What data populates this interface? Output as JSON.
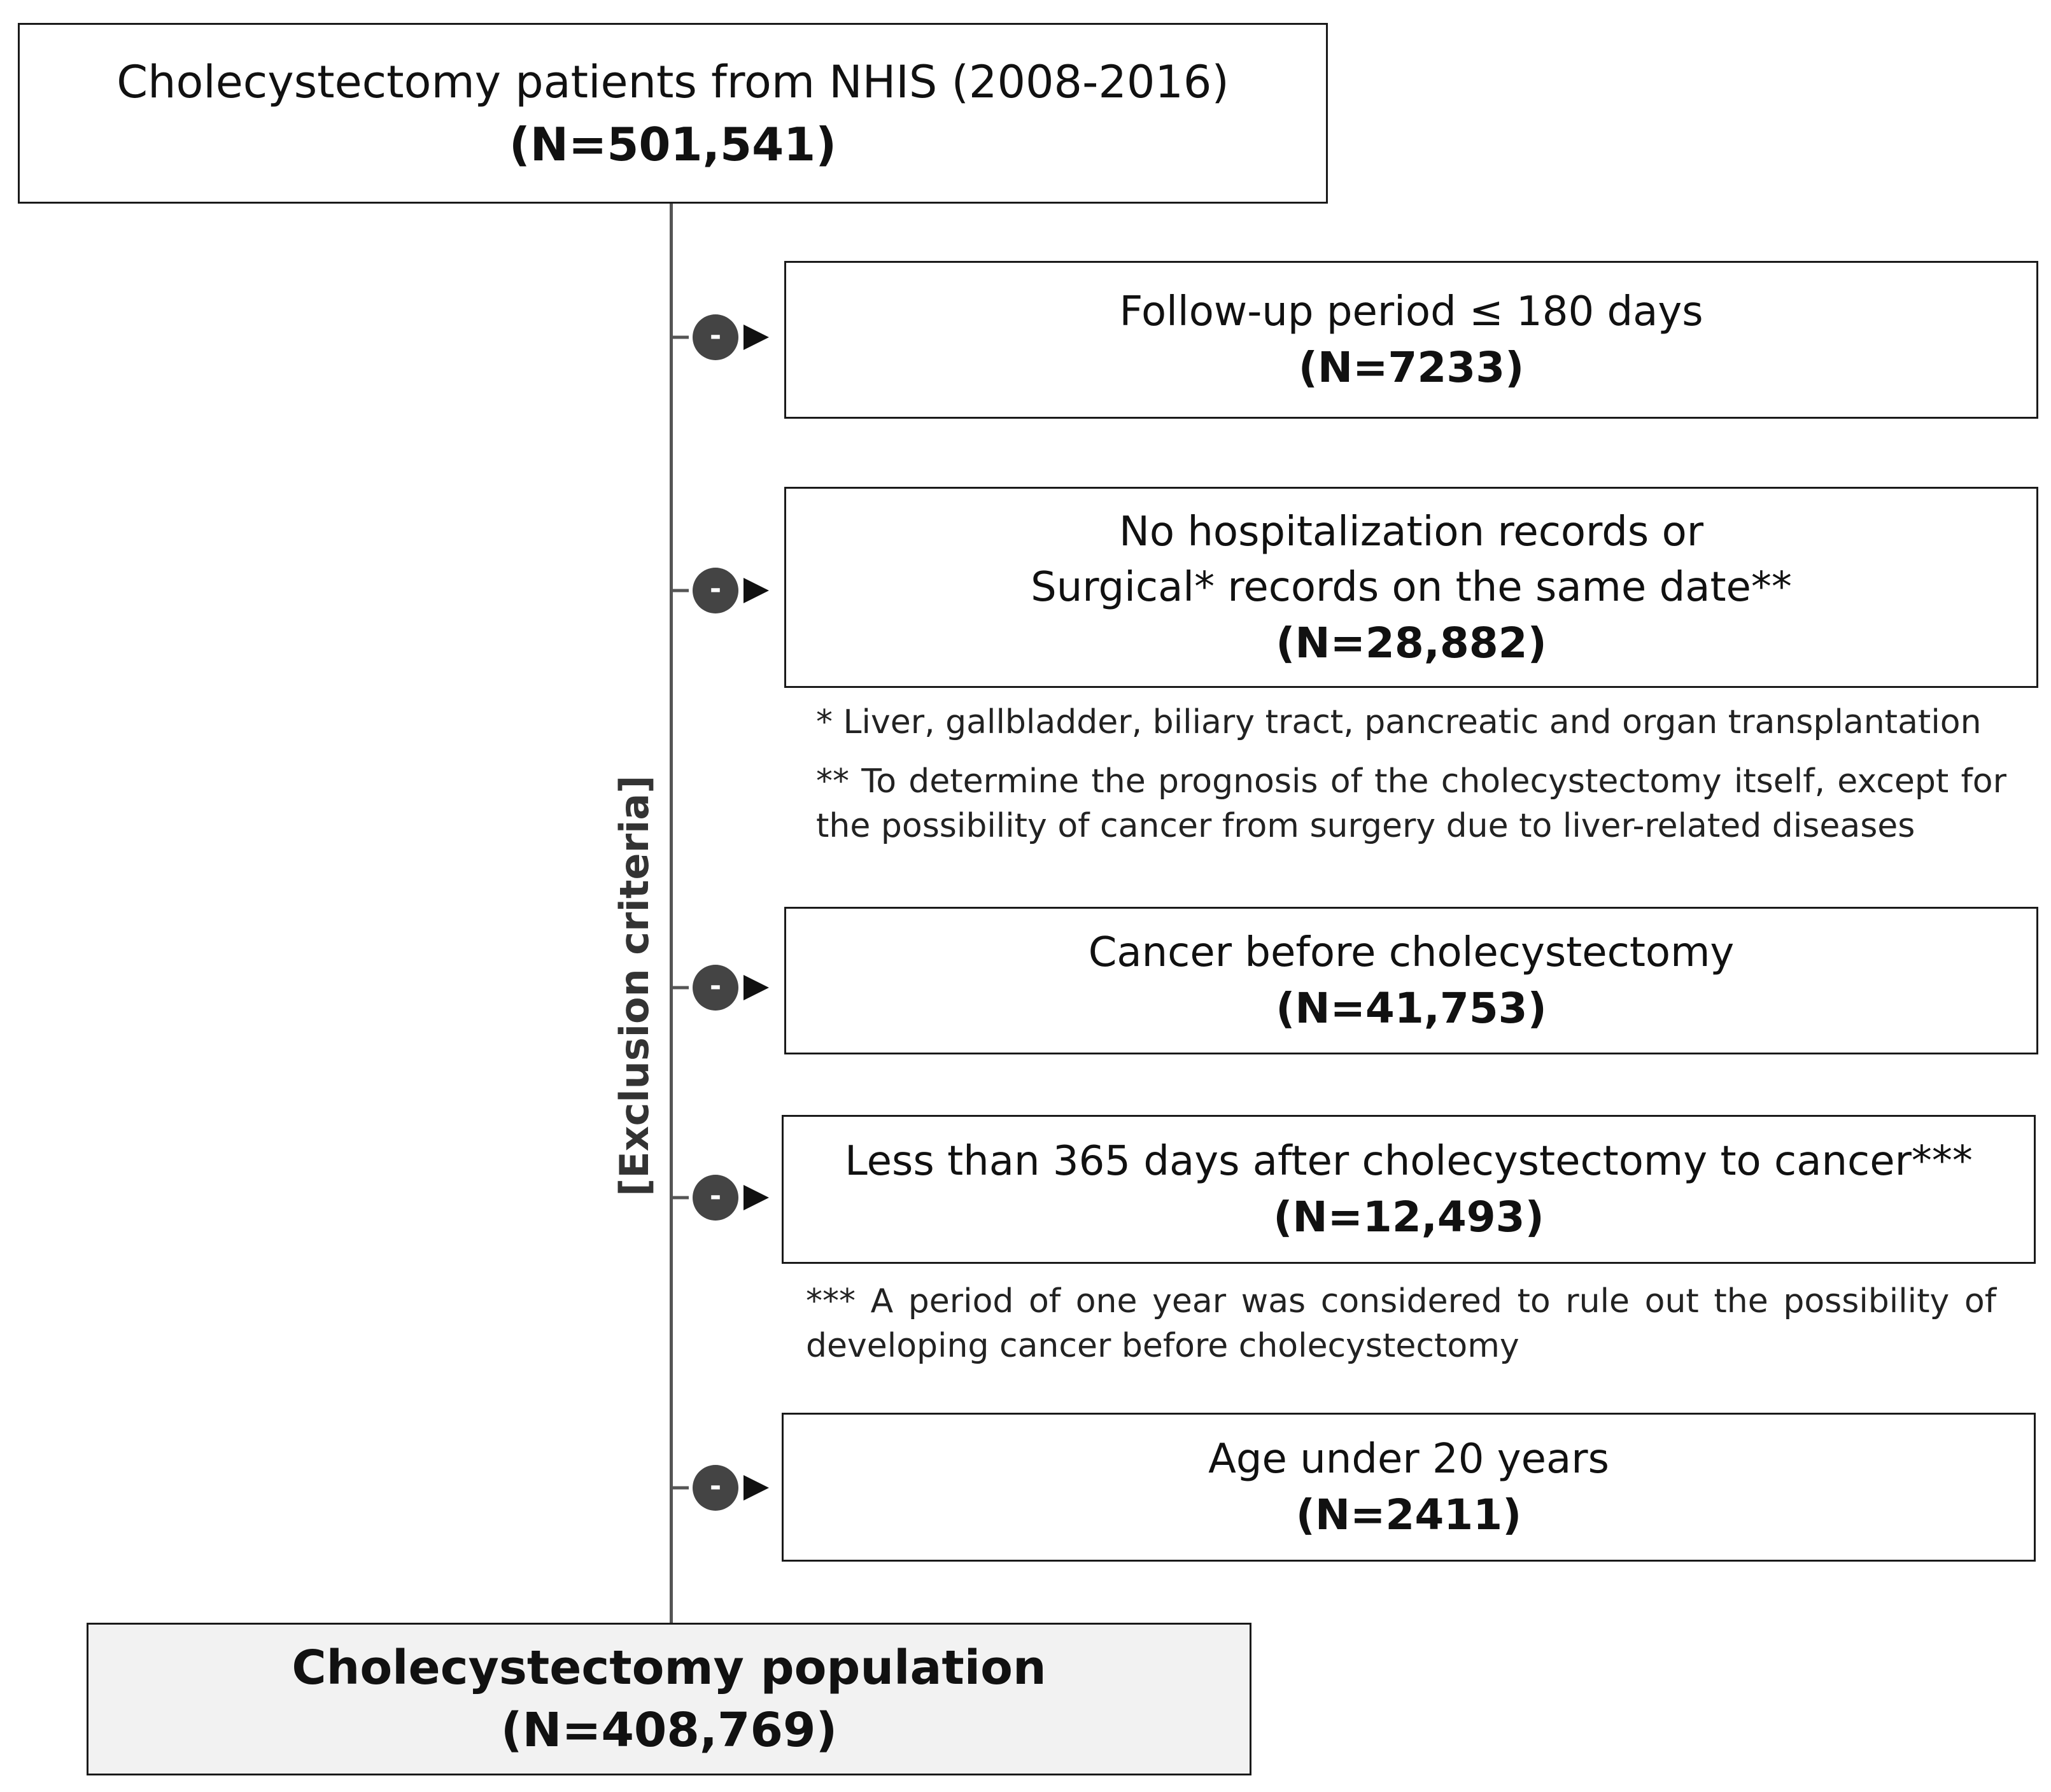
{
  "source": {
    "title": "Cholecystectomy patients from NHIS (2008-2016)",
    "n": "(N=501,541)"
  },
  "exclusion_label": "[Exclusion criteria]",
  "minus_symbol": "-",
  "exclusions": [
    {
      "lines": [
        "Follow-up period ≤ 180 days"
      ],
      "n": "(N=7233)"
    },
    {
      "lines": [
        "No hospitalization records or",
        "Surgical* records on the same date**"
      ],
      "n": "(N=28,882)"
    },
    {
      "lines": [
        "Cancer before cholecystectomy"
      ],
      "n": "(N=41,753)"
    },
    {
      "lines": [
        "Less than 365 days after cholecystectomy to cancer***"
      ],
      "n": "(N=12,493)"
    },
    {
      "lines": [
        "Age under 20 years"
      ],
      "n": "(N=2411)"
    }
  ],
  "notes": {
    "note1": "* Liver, gallbladder, biliary tract, pancreatic and organ transplantation",
    "note2": "** To determine the prognosis of the cholecystectomy itself, except for the possibility of cancer from surgery due to liver-related diseases",
    "note3": "*** A period of one year was considered to rule out the possibility of developing cancer before cholecystectomy"
  },
  "final": {
    "title": "Cholecystectomy population",
    "n": "(N=408,769)"
  }
}
